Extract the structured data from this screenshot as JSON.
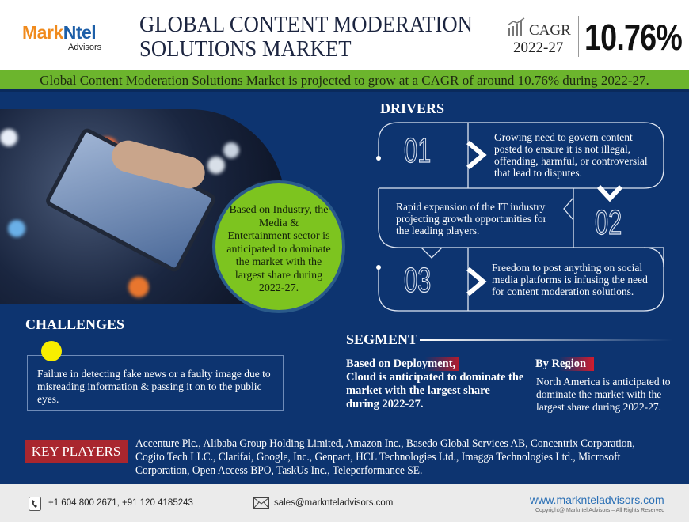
{
  "header": {
    "logo_main_1": "Mark",
    "logo_main_2": "Ntel",
    "logo_sub": "Advisors",
    "title_line1": "GLOBAL CONTENT MODERATION",
    "title_line2": "SOLUTIONS MARKET",
    "cagr_label": "CAGR",
    "cagr_years": "2022-27",
    "cagr_value": "10.76%"
  },
  "banner": "Global Content Moderation Solutions Market is projected to grow at a CAGR of around 10.76% during 2022-27.",
  "highlight": "Based on Industry, the Media & Entertainment sector is anticipated to dominate the market with the largest share during 2022-27.",
  "drivers": {
    "heading": "DRIVERS",
    "items": [
      {
        "num": "01",
        "text": "Growing need to govern content posted to ensure it is not illegal, offending, harmful, or controversial that lead to disputes."
      },
      {
        "num": "02",
        "text": "Rapid expansion of the IT industry projecting growth opportunities for the leading players."
      },
      {
        "num": "03",
        "text": "Freedom to post anything on social media platforms is infusing the need for content moderation solutions."
      }
    ]
  },
  "challenges": {
    "heading": "CHALLENGES",
    "text": "Failure in detecting fake news or a faulty image due to misreading information & passing it on to the public eyes."
  },
  "segment": {
    "heading": "SEGMENT",
    "deployment_heading": "Based on Deployment,",
    "deployment_text": "Cloud is anticipated to dominate the market with the largest share during 2022-27.",
    "region_heading": "By Region",
    "region_text": "North America is anticipated to dominate the market with the largest share during 2022-27."
  },
  "key_players": {
    "label": "KEY PLAYERS",
    "text": "Accenture Plc., Alibaba Group Holding Limited, Amazon Inc., Basedo Global Services AB, Concentrix Corporation, Cogito Tech LLC., Clarifai, Google, Inc., Genpact, HCL Technologies Ltd., Imagga Technologies Ltd., Microsoft Corporation, Open Access BPO, TaskUs Inc., Teleperformance SE."
  },
  "footer": {
    "phone": "+1 604 800 2671, +91 120 4185243",
    "email": "sales@marknteladvisors.com",
    "website": "www.markntel​advisors.com",
    "copyright": "Copyright@ Markntel Advisors – All Rights Reserved"
  },
  "colors": {
    "background": "#0d3470",
    "banner": "#6cb52d",
    "highlight": "#7dc41f",
    "key_players": "#a9262e",
    "challenge_dot": "#f7ee00"
  }
}
